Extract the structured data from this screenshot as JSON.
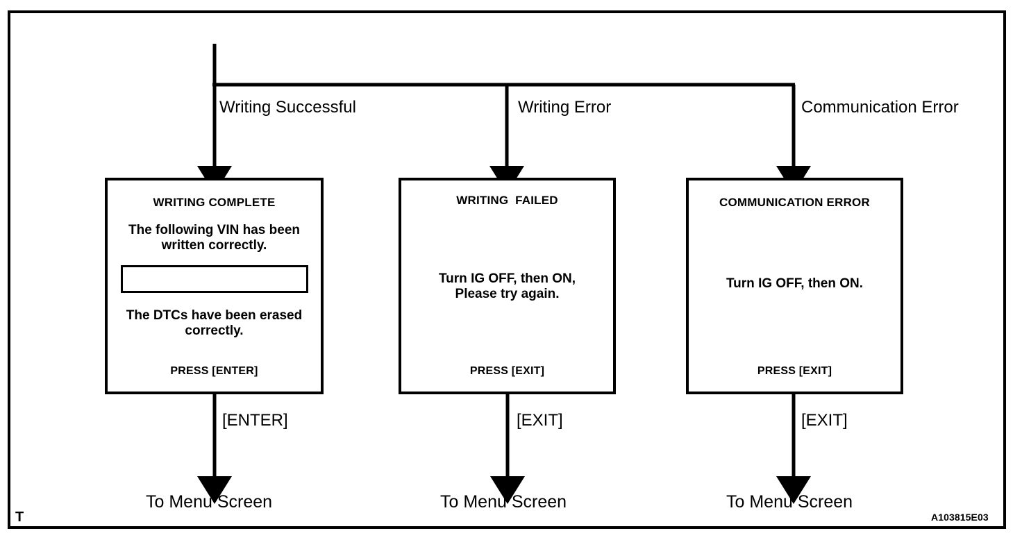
{
  "figure": {
    "id_code": "A103815E03",
    "sheet_mark": "T",
    "line_color": "#000000",
    "background_color": "#ffffff"
  },
  "branches": [
    {
      "label": "Writing Successful",
      "key": "[ENTER]",
      "destination": "To Menu Screen"
    },
    {
      "label": "Writing Error",
      "key": "[EXIT]",
      "destination": "To Menu Screen"
    },
    {
      "label": "Communication Error",
      "key": "[EXIT]",
      "destination": "To Menu Screen"
    }
  ],
  "screens": [
    {
      "title": "WRITING COMPLETE",
      "body_top": "The following VIN has been\nwritten correctly.",
      "vin_value": "",
      "body_bottom": "The DTCs have been erased\ncorrectly.",
      "prompt": "PRESS [ENTER]"
    },
    {
      "title": "WRITING  FAILED",
      "body": "Turn IG OFF, then ON,\nPlease try again.",
      "prompt": "PRESS [EXIT]"
    },
    {
      "title": "COMMUNICATION ERROR",
      "body": "Turn IG OFF, then ON.",
      "prompt": "PRESS [EXIT]"
    }
  ]
}
